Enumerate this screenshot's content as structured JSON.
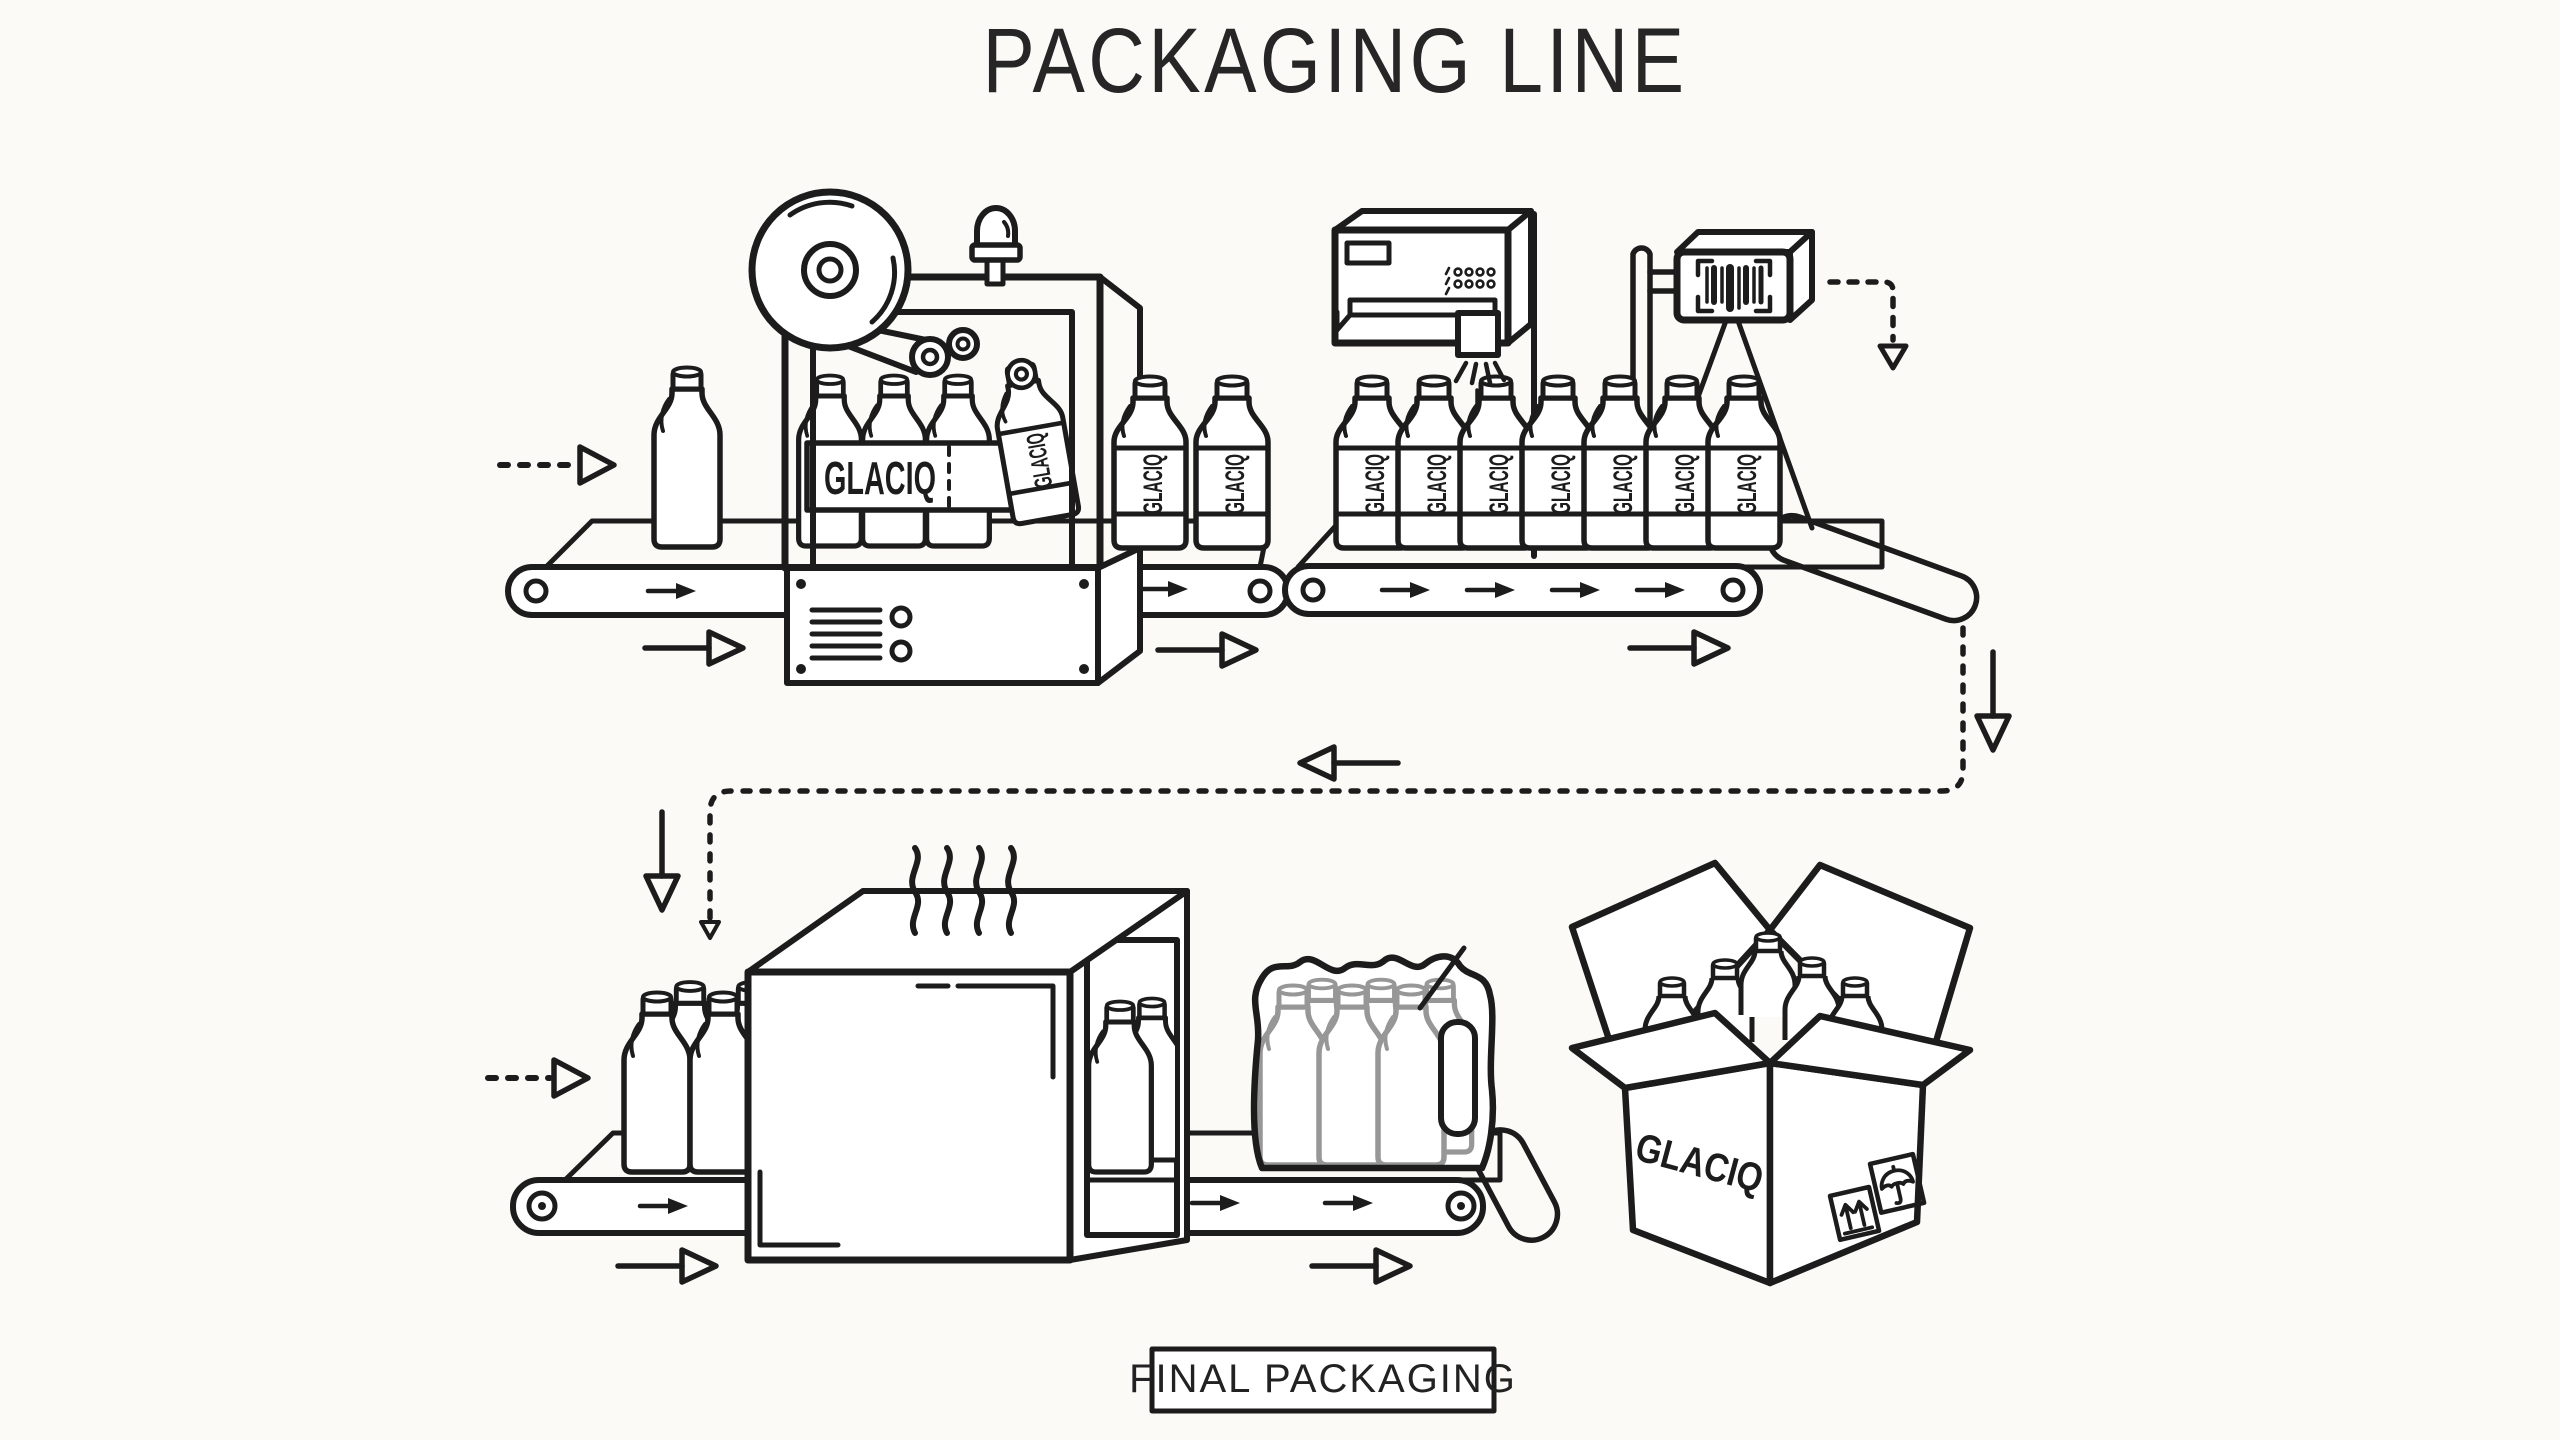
{
  "title": "PACKAGING LINE",
  "brand": {
    "name": "GLACIQ"
  },
  "caption": {
    "final_packaging": "FINAL PACKAGING"
  },
  "colors": {
    "ink": "#1c1c1c",
    "background": "#fbfaf7",
    "shrink_wrap_gray": "#979797"
  },
  "icons": {
    "label-reel-icon": "spool-with-belt",
    "beacon-light-icon": "dome-lamp",
    "inkjet-printer-icon": "coder-box-with-spray",
    "barcode-scanner-icon": "box-with-barcode-and-beams",
    "heat-waves-icon": "squiggle-lines",
    "this-way-up-icon": "two-up-arrows-over-line",
    "keep-dry-icon": "umbrella",
    "flow-arrow-icon": "open-triangle-arrow",
    "conveyor-icon": "hatched-belt"
  }
}
